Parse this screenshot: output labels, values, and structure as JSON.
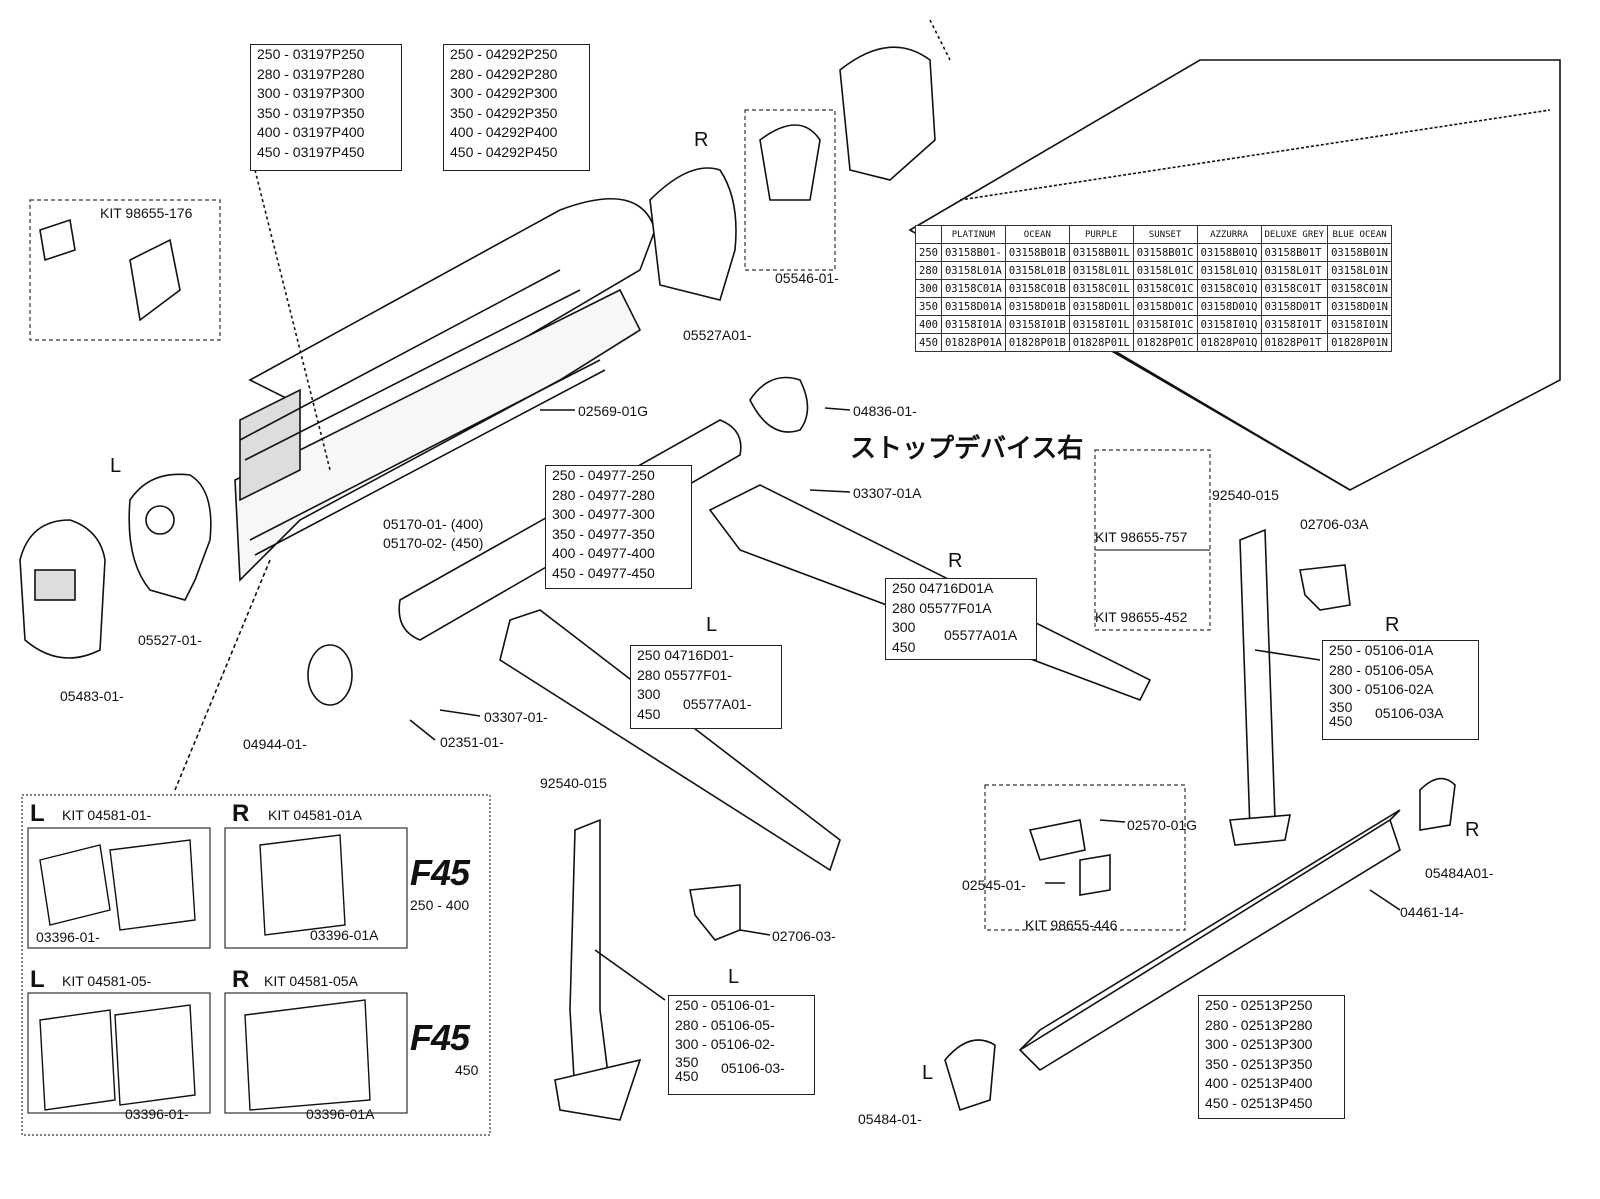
{
  "box_top_left": [
    "250 - 03197P250",
    "280 - 03197P280",
    "300 - 03197P300",
    "350 - 03197P350",
    "400 - 03197P400",
    "450 - 03197P450"
  ],
  "box_top_mid": [
    "250 - 04292P250",
    "280 - 04292P280",
    "300 - 04292P300",
    "350 - 04292P350",
    "400 - 04292P400",
    "450 - 04292P450"
  ],
  "box_tube": [
    "250 - 04977-250",
    "280 - 04977-280",
    "300 - 04977-300",
    "350 - 04977-350",
    "400 - 04977-400",
    "450 - 04977-450"
  ],
  "box_arm_r": {
    "side": "R",
    "rows": [
      "250  04716D01A",
      "280  05577F01A",
      "300",
      "450"
    ],
    "bracket": "05577A01A"
  },
  "box_arm_l": {
    "side": "L",
    "rows": [
      "250  04716D01-",
      "280  05577F01-",
      "300",
      "450"
    ],
    "bracket": "05577A01-"
  },
  "box_leg_r": {
    "side": "R",
    "rows": [
      "250 - 05106-01A",
      "280 - 05106-05A",
      "300 - 05106-02A",
      "350",
      "450"
    ],
    "bracket": "05106-03A"
  },
  "box_leg_l": {
    "side": "L",
    "rows": [
      "250 - 05106-01-",
      "280 - 05106-05-",
      "300 - 05106-02-",
      "350",
      "450"
    ],
    "bracket": "05106-03-"
  },
  "box_rail": [
    "250 - 02513P250",
    "280 - 02513P280",
    "300 - 02513P300",
    "350 - 02513P350",
    "400 - 02513P400",
    "450 - 02513P450"
  ],
  "labels": {
    "kit_top": "KIT 98655-176",
    "r_top": "R",
    "p05546": "05546-01-",
    "p05527a": "05527A01-",
    "p02569": "02569-01G",
    "p04836": "04836-01-",
    "p03307a": "03307-01A",
    "l_left": "L",
    "p05527": "05527-01-",
    "p05483": "05483-01-",
    "p05170a": "05170-01- (400)",
    "p05170b": "05170-02- (450)",
    "p04944": "04944-01-",
    "p03307": "03307-01-",
    "p02351": "02351-01-",
    "kit757": "KIT 98655-757",
    "kit452": "KIT 98655-452",
    "p92540r": "92540-015",
    "p02706a": "02706-03A",
    "p92540l": "92540-015",
    "p02570": "02570-01G",
    "p02545": "02545-01-",
    "kit446": "KIT 98655-446",
    "p05484a": "05484A01-",
    "r_end": "R",
    "p04461": "04461-14-",
    "p02706": "02706-03-",
    "l_leg": "L",
    "l_end": "L",
    "p05484": "05484-01-",
    "jp_note": "ストップデバイス右"
  },
  "kits": {
    "k1_side": "L",
    "k1_title": "KIT 04581-01-",
    "k1_part": "03396-01-",
    "k2_side": "R",
    "k2_title": "KIT 04581-01A",
    "k2_part": "03396-01A",
    "k3_side": "L",
    "k3_title": "KIT 04581-05-",
    "k3_part": "03396-01-",
    "k4_side": "R",
    "k4_title": "KIT 04581-05A",
    "k4_part": "03396-01A",
    "brand1": "F45",
    "brand1_size": "250 - 400",
    "brand2": "F45",
    "brand2_size": "450"
  },
  "color_table": {
    "headers": [
      "",
      "PLATINUM",
      "OCEAN",
      "PURPLE",
      "SUNSET",
      "AZZURRA",
      "DELUXE GREY",
      "BLUE OCEAN"
    ],
    "rows": [
      [
        "250",
        "03158B01-",
        "03158B01B",
        "03158B01L",
        "03158B01C",
        "03158B01Q",
        "03158B01T",
        "03158B01N"
      ],
      [
        "280",
        "03158L01A",
        "03158L01B",
        "03158L01L",
        "03158L01C",
        "03158L01Q",
        "03158L01T",
        "03158L01N"
      ],
      [
        "300",
        "03158C01A",
        "03158C01B",
        "03158C01L",
        "03158C01C",
        "03158C01Q",
        "03158C01T",
        "03158C01N"
      ],
      [
        "350",
        "03158D01A",
        "03158D01B",
        "03158D01L",
        "03158D01C",
        "03158D01Q",
        "03158D01T",
        "03158D01N"
      ],
      [
        "400",
        "03158I01A",
        "03158I01B",
        "03158I01L",
        "03158I01C",
        "03158I01Q",
        "03158I01T",
        "03158I01N"
      ],
      [
        "450",
        "01828P01A",
        "01828P01B",
        "01828P01L",
        "01828P01C",
        "01828P01Q",
        "01828P01T",
        "01828P01N"
      ]
    ]
  }
}
